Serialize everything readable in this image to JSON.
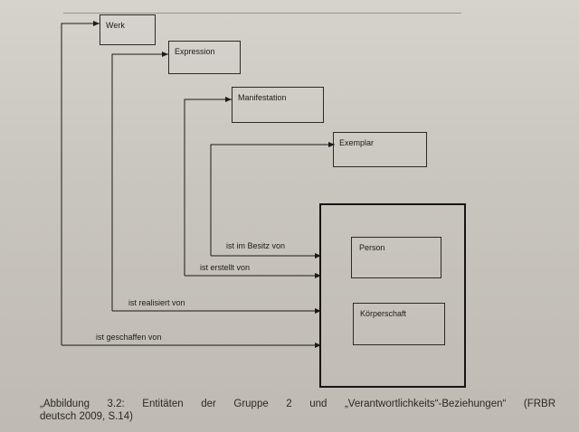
{
  "entities": {
    "werk": "Werk",
    "expression": "Expression",
    "manifestation": "Manifestation",
    "exemplar": "Exemplar",
    "person": "Person",
    "koerperschaft": "Körperschaft"
  },
  "relationships": {
    "besitz": "ist im Besitz von",
    "erstellt": "ist erstellt von",
    "realisiert": "ist realisiert von",
    "geschaffen": "ist geschaffen von"
  },
  "caption": {
    "line1": "„Abbildung 3.2: Entitäten der Gruppe 2 und „Verantwortlichkeits“-Beziehungen“ (FRBR",
    "line2": "deutsch 2009, S.14)"
  }
}
